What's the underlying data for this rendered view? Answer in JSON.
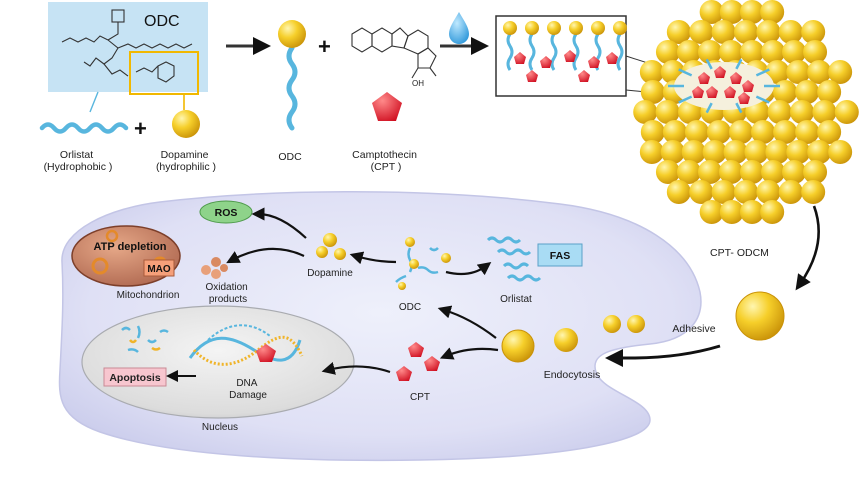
{
  "top": {
    "odc_box_title": "ODC",
    "orlistat_label": [
      "Orlistat",
      "(Hydrophobic )"
    ],
    "dopamine_label": [
      "Dopamine",
      "(hydrophilic )"
    ],
    "odc_label": "ODC",
    "cpt_label": [
      "Camptothecin",
      "(CPT )"
    ],
    "micelle_label": "CPT- ODCM",
    "oh_label": "OH",
    "plus": "+"
  },
  "cell": {
    "ros": "ROS",
    "atp": "ATP depletion",
    "mao": "MAO",
    "mitochondrion": "Mitochondrion",
    "oxidation": [
      "Oxidation",
      "products"
    ],
    "dopamine": "Dopamine",
    "odc": "ODC",
    "orlistat": "Orlistat",
    "fas": "FAS",
    "apoptosis": "Apoptosis",
    "dna_damage": [
      "DNA",
      "Damage"
    ],
    "cpt": "CPT",
    "nucleus": "Nucleus",
    "endocytosis": "Endocytosis",
    "adhesive": "Adhesive"
  },
  "colors": {
    "gold": "#f2c51a",
    "blue_chain": "#58b6de",
    "cpt_red": "#e8243b",
    "cell_fill": "#dcdcf3",
    "highlight_box": "#f1b800",
    "ros_green": "#8ed38a",
    "fas_blue": "#a9dcf4",
    "apoptosis_pink": "#f7c6cf"
  }
}
